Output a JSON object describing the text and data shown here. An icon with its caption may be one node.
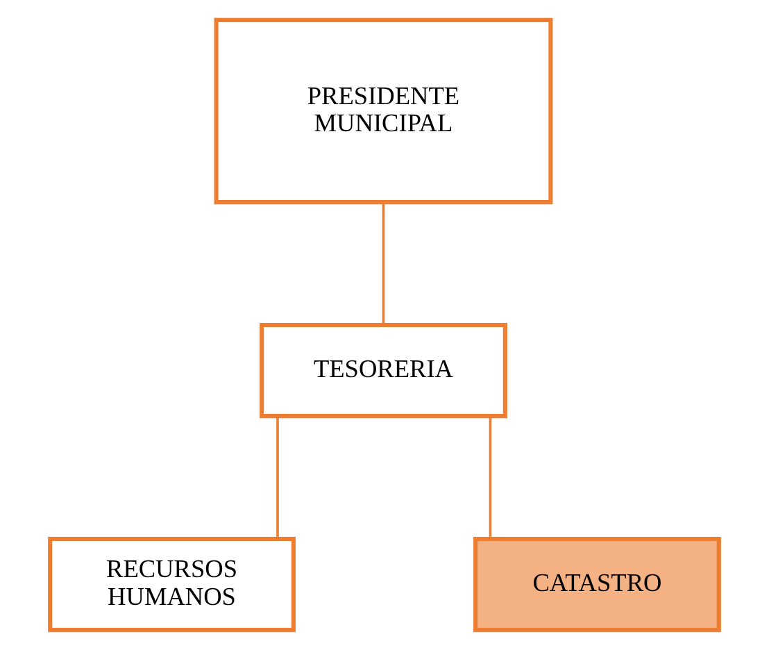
{
  "diagram": {
    "nodes": [
      {
        "text": [
          "PRESIDENTE MUNICIPAL"
        ]
      },
      {
        "text": [
          "TESORERIA"
        ]
      },
      {
        "text": [
          "RECURSOS HUMANOS"
        ]
      },
      {
        "text": [
          "CATASTRO"
        ]
      }
    ],
    "edges": [
      {
        "from": 0,
        "to": 1,
        "arrow": "none"
      },
      {
        "from": 1,
        "to": 2,
        "arrow": "none"
      },
      {
        "from": 1,
        "to": 3,
        "arrow": "none"
      }
    ]
  }
}
